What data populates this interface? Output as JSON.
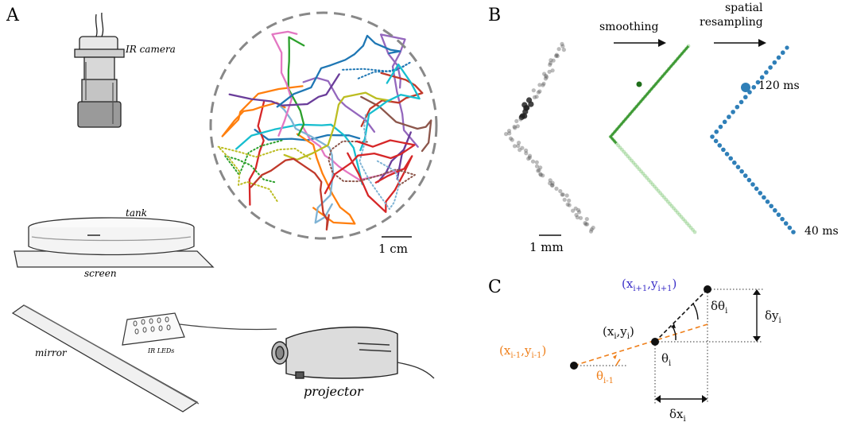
{
  "panels": {
    "a": "A",
    "b": "B",
    "c": "C"
  },
  "setup_labels": {
    "camera": "IR camera",
    "tank": "tank",
    "screen": "screen",
    "mirror": "mirror",
    "leds": "IR LEDs",
    "projector": "projector"
  },
  "scale_bars": {
    "tank": "1 cm",
    "trajectory": "1 mm"
  },
  "processing": {
    "step1": "smoothing",
    "step2_line1": "spatial",
    "step2_line2": "resampling",
    "time_high": "120 ms",
    "time_low": "40 ms"
  },
  "geometry": {
    "next_point": "(x_{i+1},y_{i+1})",
    "current_point": "(x_i,y_i)",
    "prev_point": "(x_{i-1},y_{i-1})",
    "theta_i": "θ_i",
    "theta_prev": "θ_{i-1}",
    "dtheta": "δθ_i",
    "dx": "δx_i",
    "dy": "δy_i"
  },
  "colors": {
    "raw": "#555555",
    "smoothed": "#5cb84f",
    "resampled": "#2f7fb8",
    "prev_color": "#ef7f1a",
    "next_color": "#3b2fc8",
    "dashed_circle": "#888888",
    "trajectories": [
      "#1f77b4",
      "#d62728",
      "#2ca02c",
      "#ff7f0e",
      "#9467bd",
      "#8c564b",
      "#e377c2",
      "#bcbd22",
      "#17becf",
      "#c0392b",
      "#7fb3d5",
      "#6a3d9a"
    ]
  }
}
